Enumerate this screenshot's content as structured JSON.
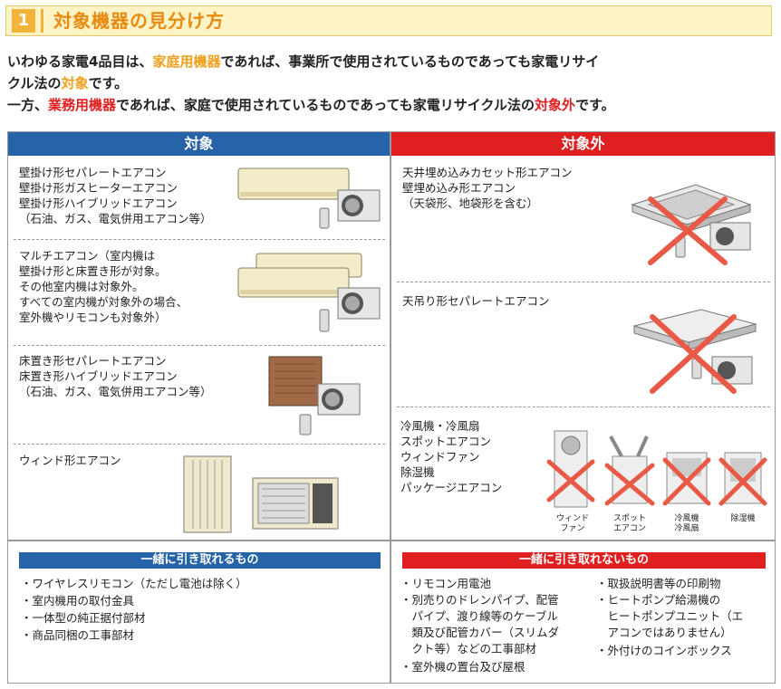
{
  "header": {
    "number": "1",
    "title": "対象機器の見分け方"
  },
  "intro": {
    "line1_a": "いわゆる家電4品目は、",
    "line1_hl": "家庭用機器",
    "line1_b": "であれば、事業所で使用されているものであっても家電リサイ",
    "line2_a": "クル法の",
    "line2_hl": "対象",
    "line2_b": "です。",
    "line3_a": "一方、",
    "line3_hl": "業務用機器",
    "line3_b": "であれば、家庭で使用されているものであっても家電リサイクル法の",
    "line3_hl2": "対象外",
    "line3_c": "です。"
  },
  "target": {
    "heading": "対象",
    "items": [
      "壁掛け形セパレートエアコン\n壁掛け形ガスヒーターエアコン\n壁掛け形ハイブリッドエアコン\n（石油、ガス、電気併用エアコン等）",
      "マルチエアコン（室内機は\n壁掛け形と床置き形が対象。\nその他室内機は対象外。\nすべての室内機が対象外の場合、\n室外機やリモコンも対象外）",
      "床置き形セパレートエアコン\n床置き形ハイブリッドエアコン\n（石油、ガス、電気併用エアコン等）",
      "ウィンド形エアコン"
    ]
  },
  "nontarget": {
    "heading": "対象外",
    "items": [
      "天井埋め込みカセット形エアコン\n壁埋め込み形エアコン\n（天袋形、地袋形を含む）",
      "天吊り形セパレートエアコン",
      "冷風機・冷風扇\nスポットエアコン\nウィンドファン\n除湿機\nパッケージエアコン"
    ],
    "captions": [
      "ウィンド\nファン",
      "スポット\nエアコン",
      "冷風機\n冷風扇",
      "除湿機"
    ]
  },
  "with": {
    "heading": "一緒に引き取れるもの",
    "items": [
      "・ワイヤレスリモコン（ただし電池は除く）",
      "・室内機用の取付金具",
      "・一体型の純正据付部材",
      "・商品同梱の工事部材"
    ]
  },
  "without": {
    "heading": "一緒に引き取れないもの",
    "left_items": [
      "・リモコン用電池",
      "・別売りのドレンパイプ、配管\n　パイプ、渡り線等のケーブル\n　類及び配管カバー（スリムダ\n　クト等）などの工事部材",
      "・室外機の置台及び屋根"
    ],
    "right_items": [
      "・取扱説明書等の印刷物",
      "・ヒートポンプ給湯機の\n　ヒートポンプユニット（エ\n　アコンではありません）",
      "・外付けのコインボックス"
    ]
  },
  "colors": {
    "accent": "#f2a01b",
    "blue": "#2763a8",
    "red": "#e02020"
  }
}
